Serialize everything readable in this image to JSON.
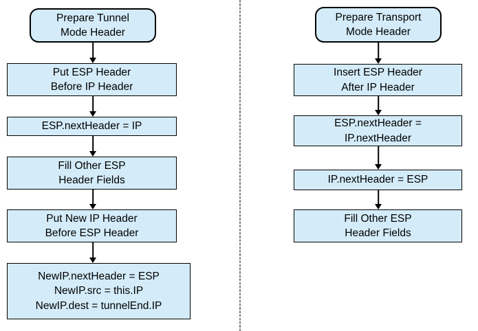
{
  "styles": {
    "box_fill": "#d4ecf9",
    "box_border": "#000000",
    "divider_color": "#7f7f7f",
    "arrow_color": "#000000",
    "text_color": "#000000",
    "background": "#ffffff"
  },
  "flows": [
    {
      "name": "tunnel-mode",
      "nodes": [
        {
          "type": "terminator",
          "lines": [
            "Prepare Tunnel",
            "Mode Header"
          ]
        },
        {
          "type": "process",
          "lines": [
            "Put ESP Header",
            "Before IP Header"
          ]
        },
        {
          "type": "process",
          "lines": [
            "ESP.nextHeader = IP"
          ]
        },
        {
          "type": "process",
          "lines": [
            "Fill Other ESP",
            "Header Fields"
          ]
        },
        {
          "type": "process",
          "lines": [
            "Put New IP Header",
            "Before ESP Header"
          ]
        },
        {
          "type": "process",
          "lines": [
            "NewIP.nextHeader = ESP",
            "NewIP.src = this.IP",
            "NewIP.dest = tunnelEnd.IP"
          ]
        }
      ]
    },
    {
      "name": "transport-mode",
      "nodes": [
        {
          "type": "terminator",
          "lines": [
            "Prepare Transport",
            "Mode Header"
          ]
        },
        {
          "type": "process",
          "lines": [
            "Insert ESP Header",
            "After IP Header"
          ]
        },
        {
          "type": "process",
          "lines": [
            "ESP.nextHeader =",
            "IP.nextHeader"
          ]
        },
        {
          "type": "process",
          "lines": [
            "IP.nextHeader = ESP"
          ]
        },
        {
          "type": "process",
          "lines": [
            "Fill Other ESP",
            "Header Fields"
          ]
        }
      ]
    }
  ]
}
